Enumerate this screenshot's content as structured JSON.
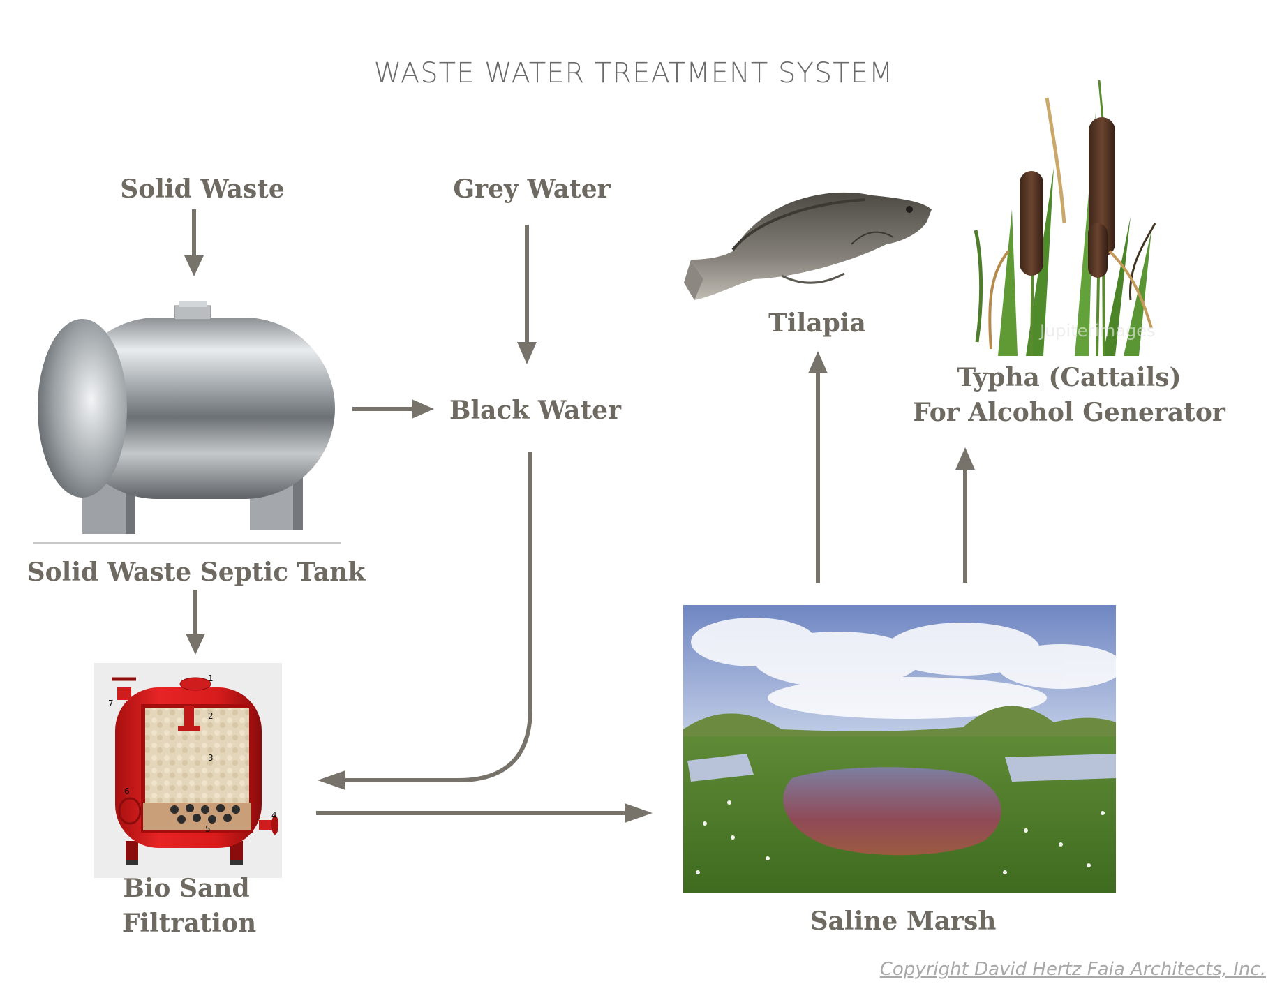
{
  "title": "WASTE WATER TREATMENT SYSTEM",
  "labels": {
    "solid_waste": "Solid Waste",
    "grey_water": "Grey Water",
    "black_water": "Black Water",
    "septic_tank": "Solid Waste Septic Tank",
    "bio_sand_1": "Bio Sand",
    "bio_sand_2": "Filtration",
    "tilapia": "Tilapia",
    "typha_1": "Typha (Cattails)",
    "typha_2": "For Alcohol Generator",
    "saline_marsh": "Saline Marsh"
  },
  "filter_part_numbers": [
    "1",
    "2",
    "3",
    "4",
    "5",
    "6",
    "7"
  ],
  "watermark": "Jupiterimages",
  "copyright": "Copyright David Hertz Faia Architects, Inc.",
  "colors": {
    "label": "#6e6a62",
    "arrow": "#77736b",
    "title": "#6a6a6a",
    "copyright": "#a8a8a8"
  }
}
